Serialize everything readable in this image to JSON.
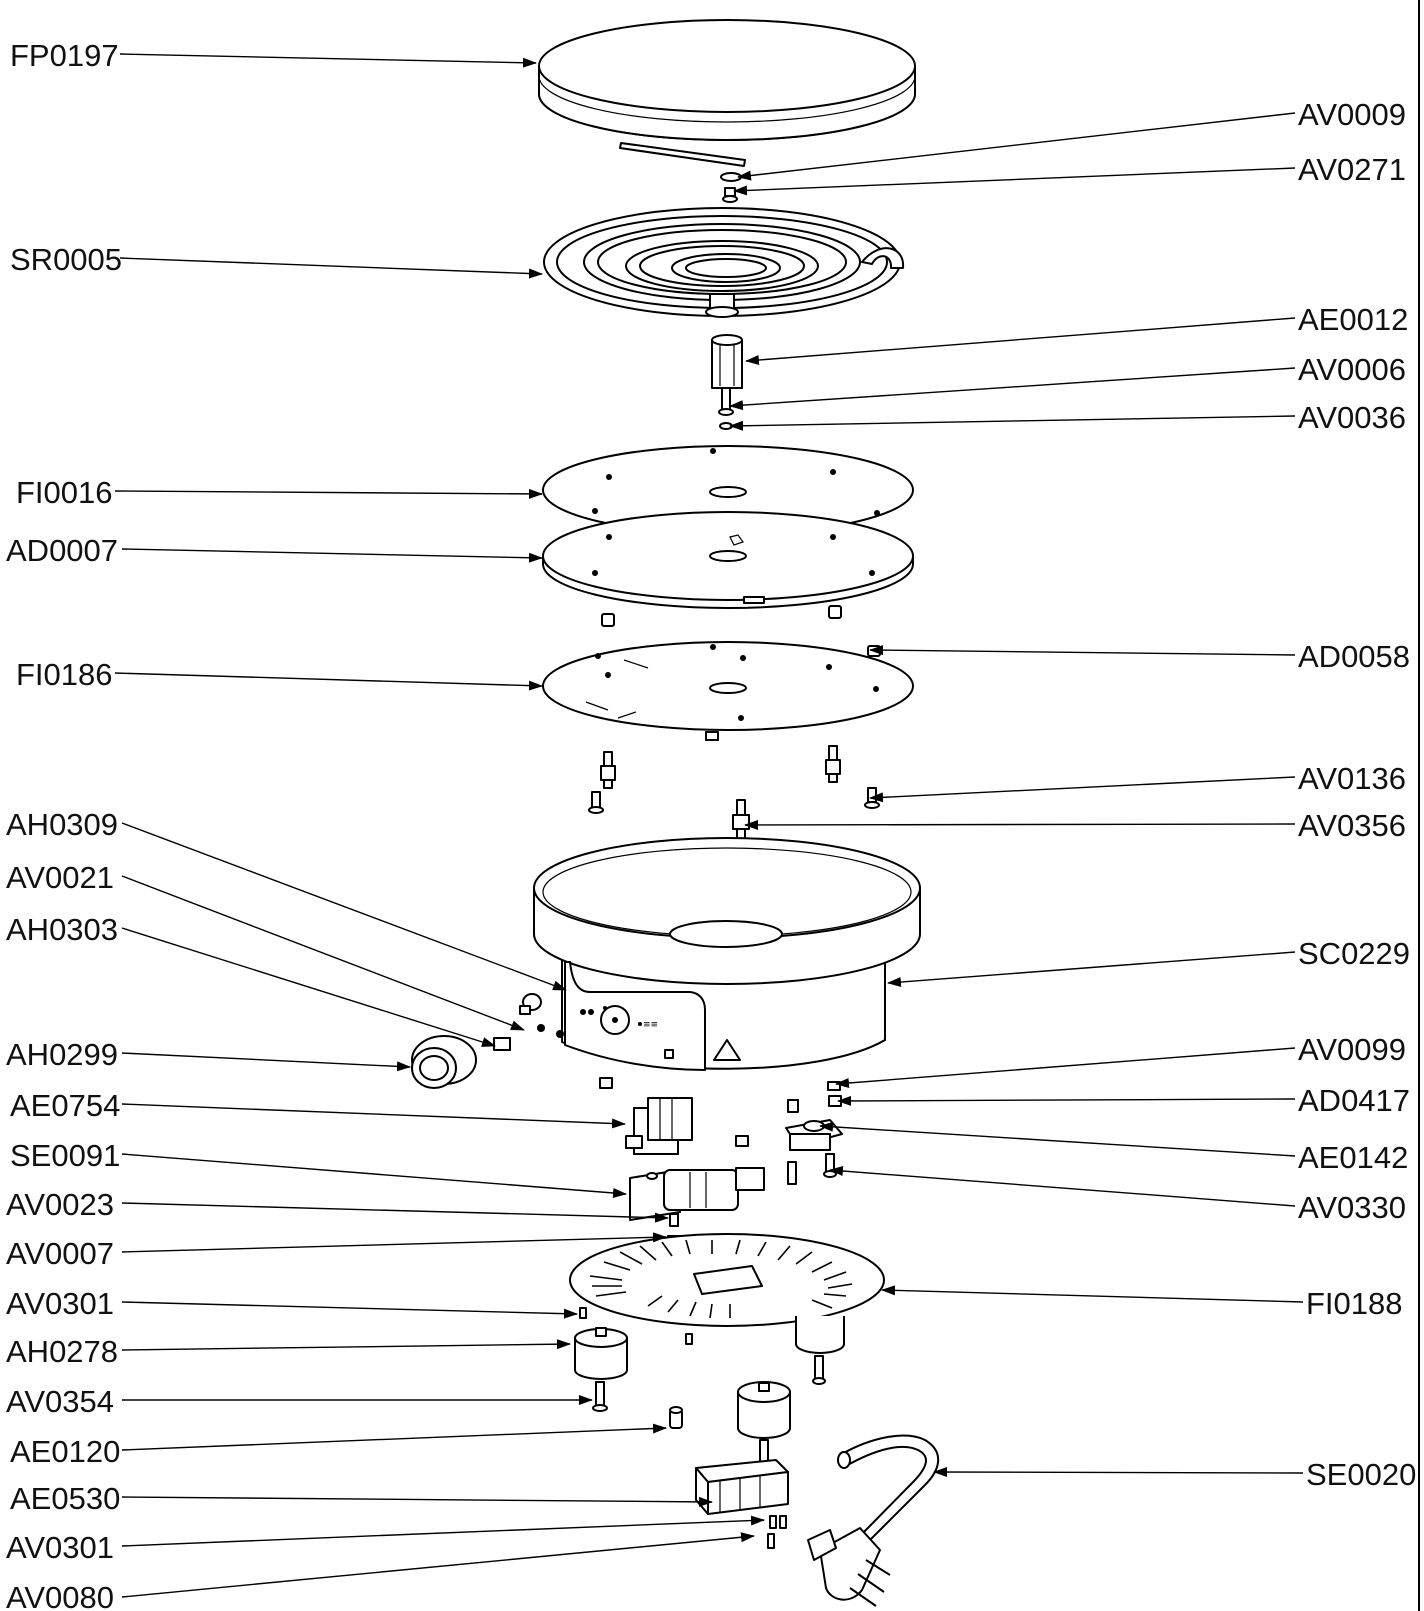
{
  "figure": {
    "kind": "exploded-parts-diagram"
  },
  "callouts_left": [
    {
      "id": "FP0197"
    },
    {
      "id": "SR0005"
    },
    {
      "id": "FI0016"
    },
    {
      "id": "AD0007"
    },
    {
      "id": "FI0186"
    },
    {
      "id": "AH0309"
    },
    {
      "id": "AV0021"
    },
    {
      "id": "AH0303"
    },
    {
      "id": "AH0299"
    },
    {
      "id": "AE0754"
    },
    {
      "id": "SE0091"
    },
    {
      "id": "AV0023"
    },
    {
      "id": "AV0007"
    },
    {
      "id": "AV0301"
    },
    {
      "id": "AH0278"
    },
    {
      "id": "AV0354"
    },
    {
      "id": "AE0120"
    },
    {
      "id": "AE0530"
    },
    {
      "id": "AV0301"
    },
    {
      "id": "AV0080"
    }
  ],
  "callouts_right": [
    {
      "id": "AV0009"
    },
    {
      "id": "AV0271"
    },
    {
      "id": "AE0012"
    },
    {
      "id": "AV0006"
    },
    {
      "id": "AV0036"
    },
    {
      "id": "AD0058"
    },
    {
      "id": "AV0136"
    },
    {
      "id": "AV0356"
    },
    {
      "id": "SC0229"
    },
    {
      "id": "AV0099"
    },
    {
      "id": "AD0417"
    },
    {
      "id": "AE0142"
    },
    {
      "id": "AV0330"
    },
    {
      "id": "FI0188"
    },
    {
      "id": "SE0020"
    }
  ]
}
